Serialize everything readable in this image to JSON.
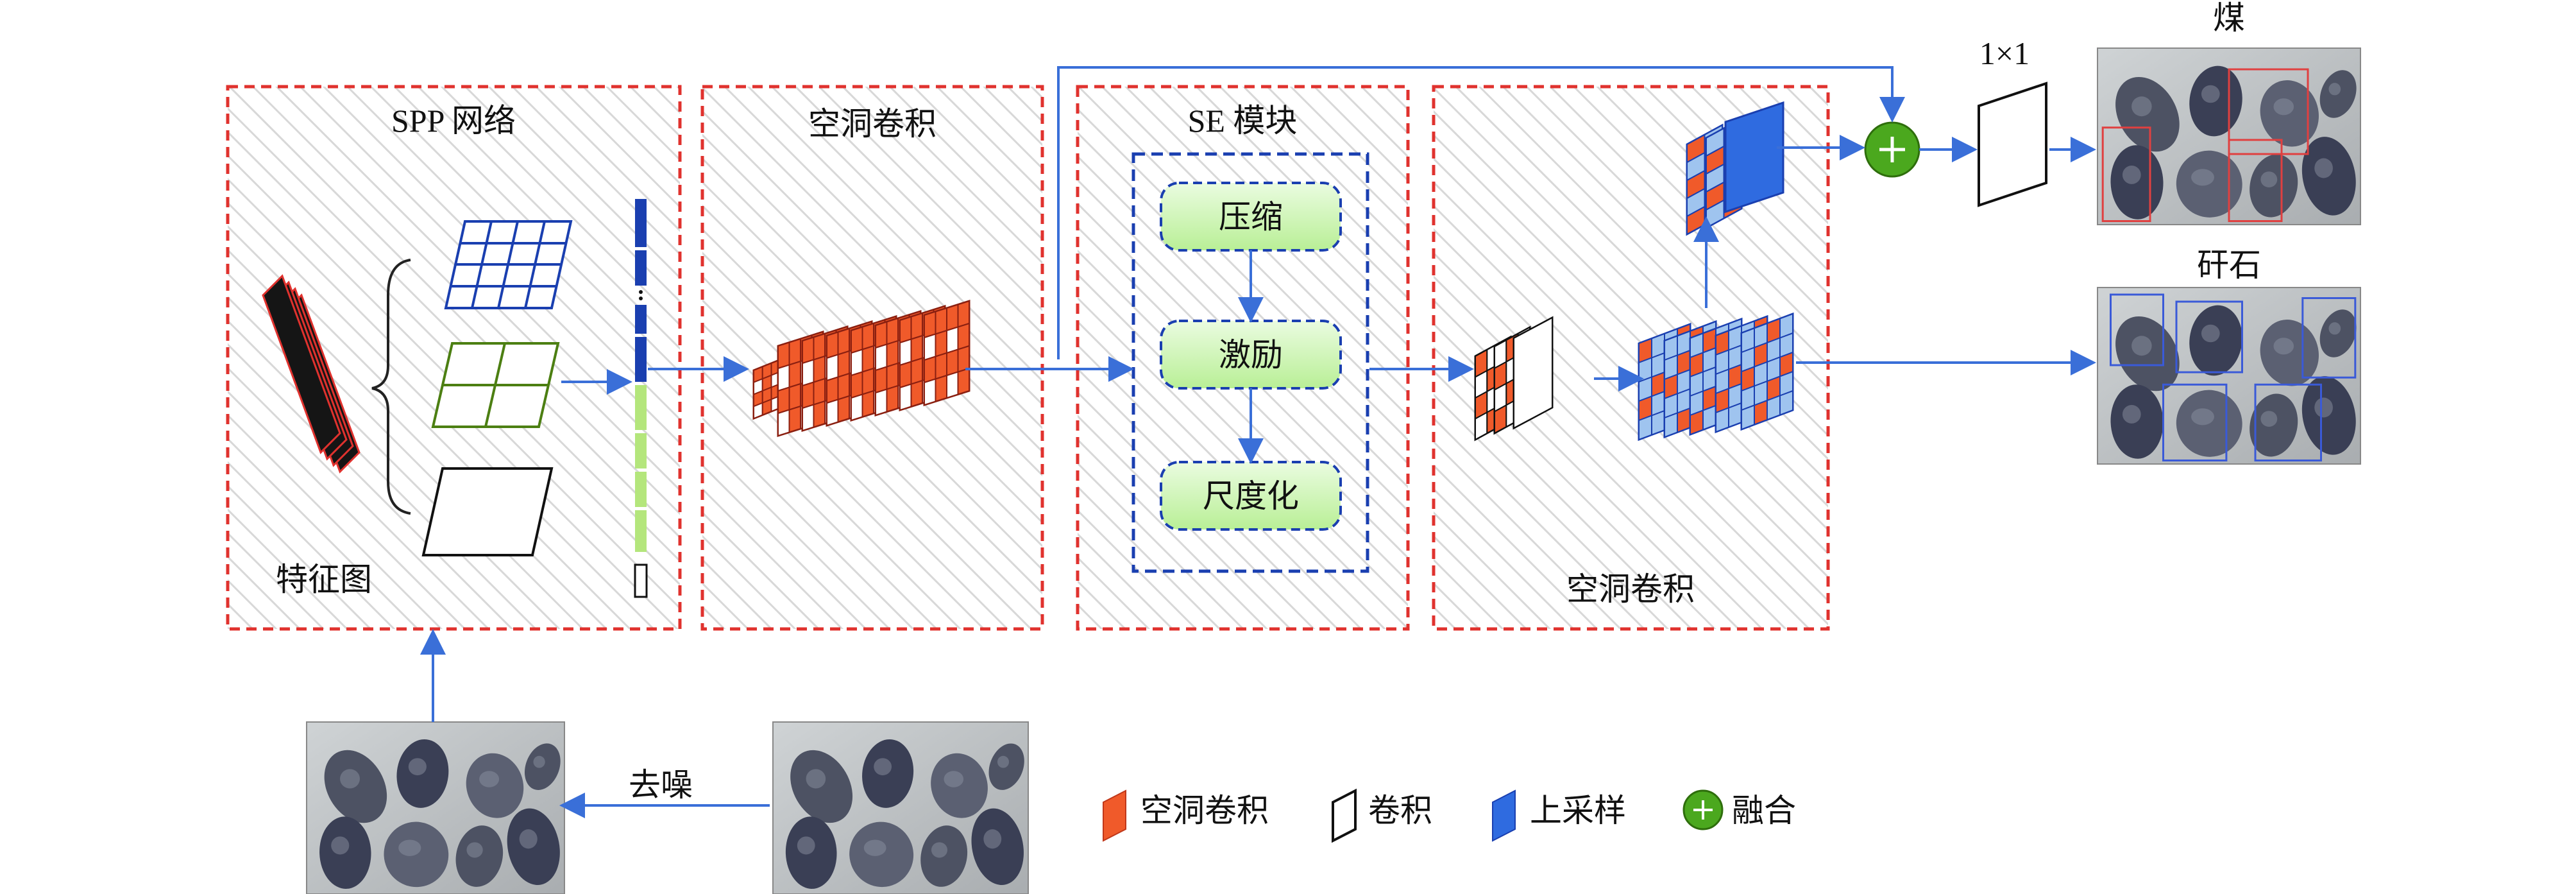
{
  "modules": {
    "spp_title": "SPP 网络",
    "feature_map_label": "特征图",
    "dilated_conv_title_1": "空洞卷积",
    "se_title": "SE 模块",
    "se_steps": [
      "压缩",
      "激励",
      "尺度化"
    ],
    "dilated_conv_title_2": "空洞卷积"
  },
  "top_conv_label": "1×1",
  "outputs": {
    "coal_label": "煤",
    "gangue_label": "矸石"
  },
  "denoise_label": "去噪",
  "legend": {
    "dilated_conv": "空洞卷积",
    "conv": "卷积",
    "upsample": "上采样",
    "fusion": "融合"
  },
  "colors": {
    "module_border": "#e0322e",
    "se_inner_border": "#1a3fb0",
    "arrow": "#3a6fd8",
    "dilated_red": "#f05a2a",
    "light_blue": "#9fc4ef",
    "upsample_blue": "#2f6be0",
    "fusion_green": "#4ba81e",
    "se_box_fill": "#d5f5c0"
  }
}
